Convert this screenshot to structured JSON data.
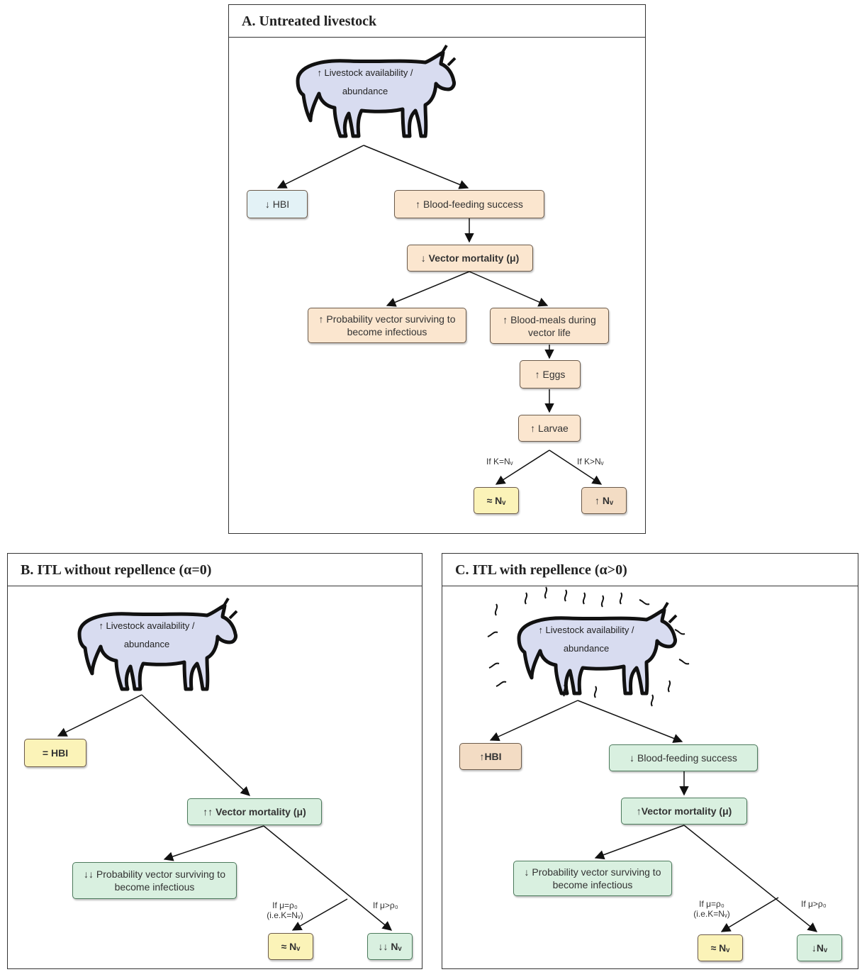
{
  "panel_a": {
    "title": "A. Untreated livestock",
    "cow_label": "↑ Livestock availability / abundance",
    "nodes": {
      "hbi": "↓ HBI",
      "blood_feeding": "↑ Blood-feeding success",
      "vector_mortality": "↓ Vector mortality (μ)",
      "prob_surviving": "↑ Probability vector surviving to become infectious",
      "blood_meals": "↑ Blood-meals during vector life",
      "eggs": "↑ Eggs",
      "larvae": "↑ Larvae",
      "approx_nv": "≈ Nᵥ",
      "up_nv": "↑ Nᵥ"
    },
    "conditions": {
      "left": "If K=Nᵥ",
      "right": "If K>Nᵥ"
    }
  },
  "panel_b": {
    "title": "B. ITL without repellence (α=0)",
    "cow_label": "↑ Livestock availability / abundance",
    "nodes": {
      "hbi": "= HBI",
      "vector_mortality": "↑↑ Vector mortality (μ)",
      "prob_surviving": "↓↓ Probability vector surviving to become infectious",
      "approx_nv": "≈ Nᵥ",
      "down_nv": "↓↓ Nᵥ"
    },
    "conditions": {
      "left": "If μ=ρ₀ (i.e.K=Nᵥ)",
      "right": "If μ>ρ₀"
    }
  },
  "panel_c": {
    "title": "C. ITL with repellence (α>0)",
    "cow_label": "↑ Livestock availability / abundance",
    "nodes": {
      "hbi": "↑HBI",
      "blood_feeding": "↓ Blood-feeding success",
      "vector_mortality": "↑Vector mortality (μ)",
      "prob_surviving": "↓ Probability vector surviving to become infectious",
      "approx_nv": "≈ Nᵥ",
      "down_nv": "↓Nᵥ"
    },
    "conditions": {
      "left": "If μ=ρ₀ (i.e.K=Nᵥ)",
      "right": "If μ>ρ₀"
    }
  }
}
